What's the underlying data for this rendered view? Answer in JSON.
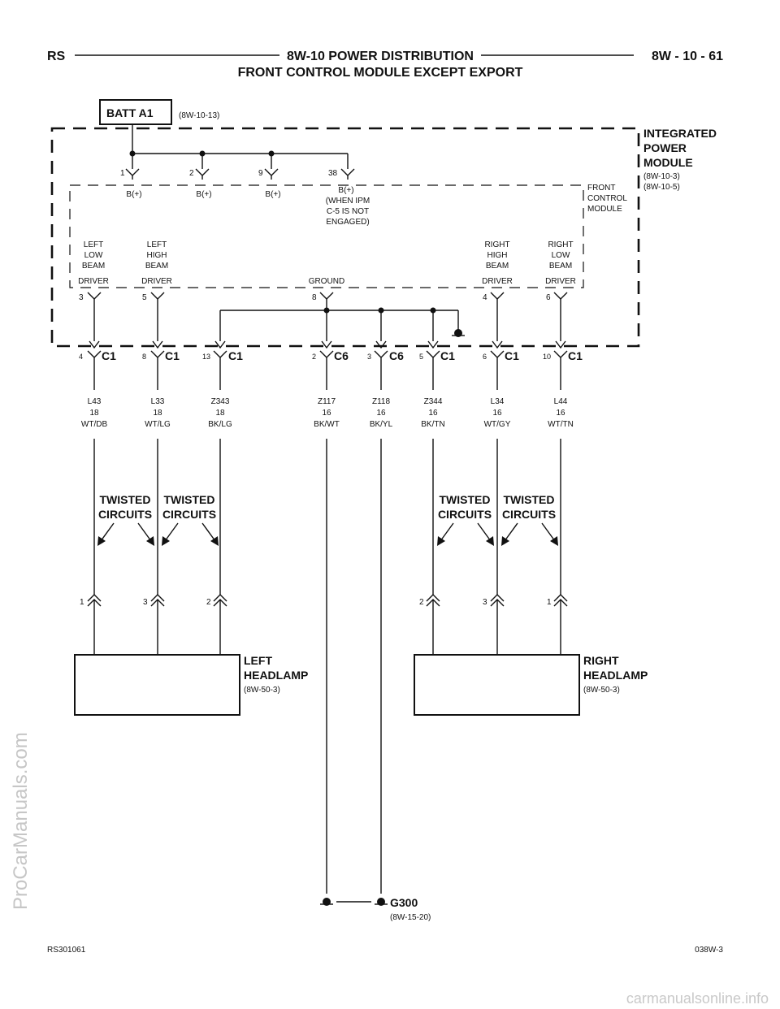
{
  "header": {
    "left_code": "RS",
    "title": "8W-10 POWER DISTRIBUTION",
    "page": "8W - 10 - 61",
    "subtitle": "FRONT CONTROL MODULE EXCEPT EXPORT"
  },
  "batt": {
    "label": "BATT A1",
    "ref": "(8W-10-13)"
  },
  "ipm": {
    "lines": [
      "INTEGRATED",
      "POWER",
      "MODULE"
    ],
    "refs": [
      "(8W-10-3)",
      "(8W-10-5)"
    ]
  },
  "fcm": {
    "lines": [
      "FRONT",
      "CONTROL",
      "MODULE"
    ]
  },
  "bplus_pins": [
    {
      "pin": "1",
      "label": [
        "B(+)"
      ]
    },
    {
      "pin": "2",
      "label": [
        "B(+)"
      ]
    },
    {
      "pin": "9",
      "label": [
        "B(+)"
      ]
    },
    {
      "pin": "38",
      "label": [
        "B(+)",
        "(WHEN IPM",
        "C-5 IS NOT",
        "ENGAGED)"
      ]
    }
  ],
  "drivers": [
    {
      "pin": "3",
      "label": [
        "LEFT",
        "LOW",
        "BEAM",
        "DRIVER"
      ]
    },
    {
      "pin": "5",
      "label": [
        "LEFT",
        "HIGH",
        "BEAM",
        "DRIVER"
      ]
    },
    {
      "pin": "8",
      "label": [
        "GROUND"
      ]
    },
    {
      "pin": "4",
      "label": [
        "RIGHT",
        "HIGH",
        "BEAM",
        "DRIVER"
      ]
    },
    {
      "pin": "6",
      "label": [
        "RIGHT",
        "LOW",
        "BEAM",
        "DRIVER"
      ]
    }
  ],
  "connectors": [
    {
      "pin": "4",
      "conn": "C1",
      "wire": [
        "L43",
        "18",
        "WT/DB"
      ]
    },
    {
      "pin": "8",
      "conn": "C1",
      "wire": [
        "L33",
        "18",
        "WT/LG"
      ]
    },
    {
      "pin": "13",
      "conn": "C1",
      "wire": [
        "Z343",
        "18",
        "BK/LG"
      ]
    },
    {
      "pin": "2",
      "conn": "C6",
      "wire": [
        "Z117",
        "16",
        "BK/WT"
      ]
    },
    {
      "pin": "3",
      "conn": "C6",
      "wire": [
        "Z118",
        "16",
        "BK/YL"
      ]
    },
    {
      "pin": "5",
      "conn": "C1",
      "wire": [
        "Z344",
        "16",
        "BK/TN"
      ]
    },
    {
      "pin": "6",
      "conn": "C1",
      "wire": [
        "L34",
        "16",
        "WT/GY"
      ]
    },
    {
      "pin": "10",
      "conn": "C1",
      "wire": [
        "L44",
        "16",
        "WT/TN"
      ]
    }
  ],
  "twisted": [
    "TWISTED",
    "CIRCUITS"
  ],
  "lamp_pins": [
    "1",
    "3",
    "2",
    "2",
    "3",
    "1"
  ],
  "left_lamp": {
    "lines": [
      "LEFT",
      "HEADLAMP"
    ],
    "ref": "(8W-50-3)"
  },
  "right_lamp": {
    "lines": [
      "RIGHT",
      "HEADLAMP"
    ],
    "ref": "(8W-50-3)"
  },
  "ground": {
    "label": "G300",
    "ref": "(8W-15-20)"
  },
  "footer": {
    "left": "RS301061",
    "right": "038W-3"
  },
  "watermarks": [
    "ProCarManuals.com",
    "carmanualsonline.info"
  ]
}
